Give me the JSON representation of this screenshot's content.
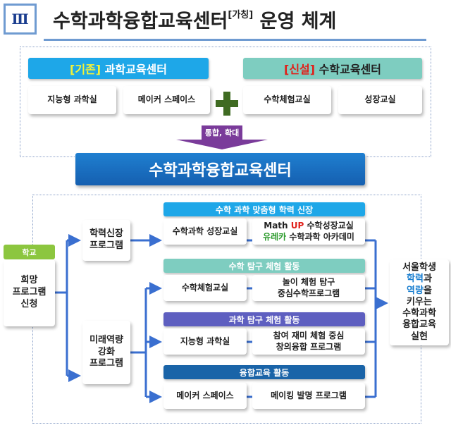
{
  "title": {
    "roman": "Ⅲ",
    "main": "수학과학융합교육센터",
    "sup": "[가칭]",
    "rest": " 운영 체계"
  },
  "top": {
    "existing": {
      "tag": "[기존]",
      "name": " 과학교육센터",
      "items": [
        "지능형 과학실",
        "메이커 스페이스"
      ]
    },
    "new": {
      "tag": "[신설]",
      "name": " 수학교육센터",
      "items": [
        "수학체험교실",
        "성장교실"
      ]
    },
    "merge_label": "통합, 확대",
    "center": "수학과학융합교육센터"
  },
  "flow": {
    "school_tag": "학교",
    "apply": "희망\n프로그램\n신청",
    "programs": [
      "학력신장\n프로그램",
      "미래역량\n강화\n프로그램"
    ],
    "sections": [
      {
        "header": "수학 과학 맞춤형 학력 신장",
        "left": "수학과학 성장교실",
        "right_a1": "Math ",
        "right_a2": "UP",
        "right_a3": " 수학성장교실",
        "right_b1": "유레카",
        "right_b2": " 수학과학 아카데미"
      },
      {
        "header": "수학 탐구 체험 활동",
        "left": "수학체험교실",
        "right": "놀이 체험 탐구\n중심수학프로그램"
      },
      {
        "header": "과학 탐구 체험 활동",
        "left": "지능형 과학실",
        "right": "참여 재미 체험 중심\n창의융합 프로그램"
      },
      {
        "header": "융합교육 활동",
        "left": "메이커 스페이스",
        "right": "메이킹 발명 프로그램"
      }
    ],
    "outcome": {
      "l1": "서울학생",
      "l2a": "학력",
      "l2b": "과",
      "l3a": "역량",
      "l3b": "을",
      "l4": "키우는\n수학과학\n융합교육\n실현"
    }
  },
  "colors": {
    "blue": "#1ea7e8",
    "teal": "#7ecdc0",
    "violet": "#5e5fc0",
    "navy": "#1a64a8",
    "line": "#3a6fd0",
    "green": "#8cc63f",
    "purple": "#7a3b9a"
  }
}
